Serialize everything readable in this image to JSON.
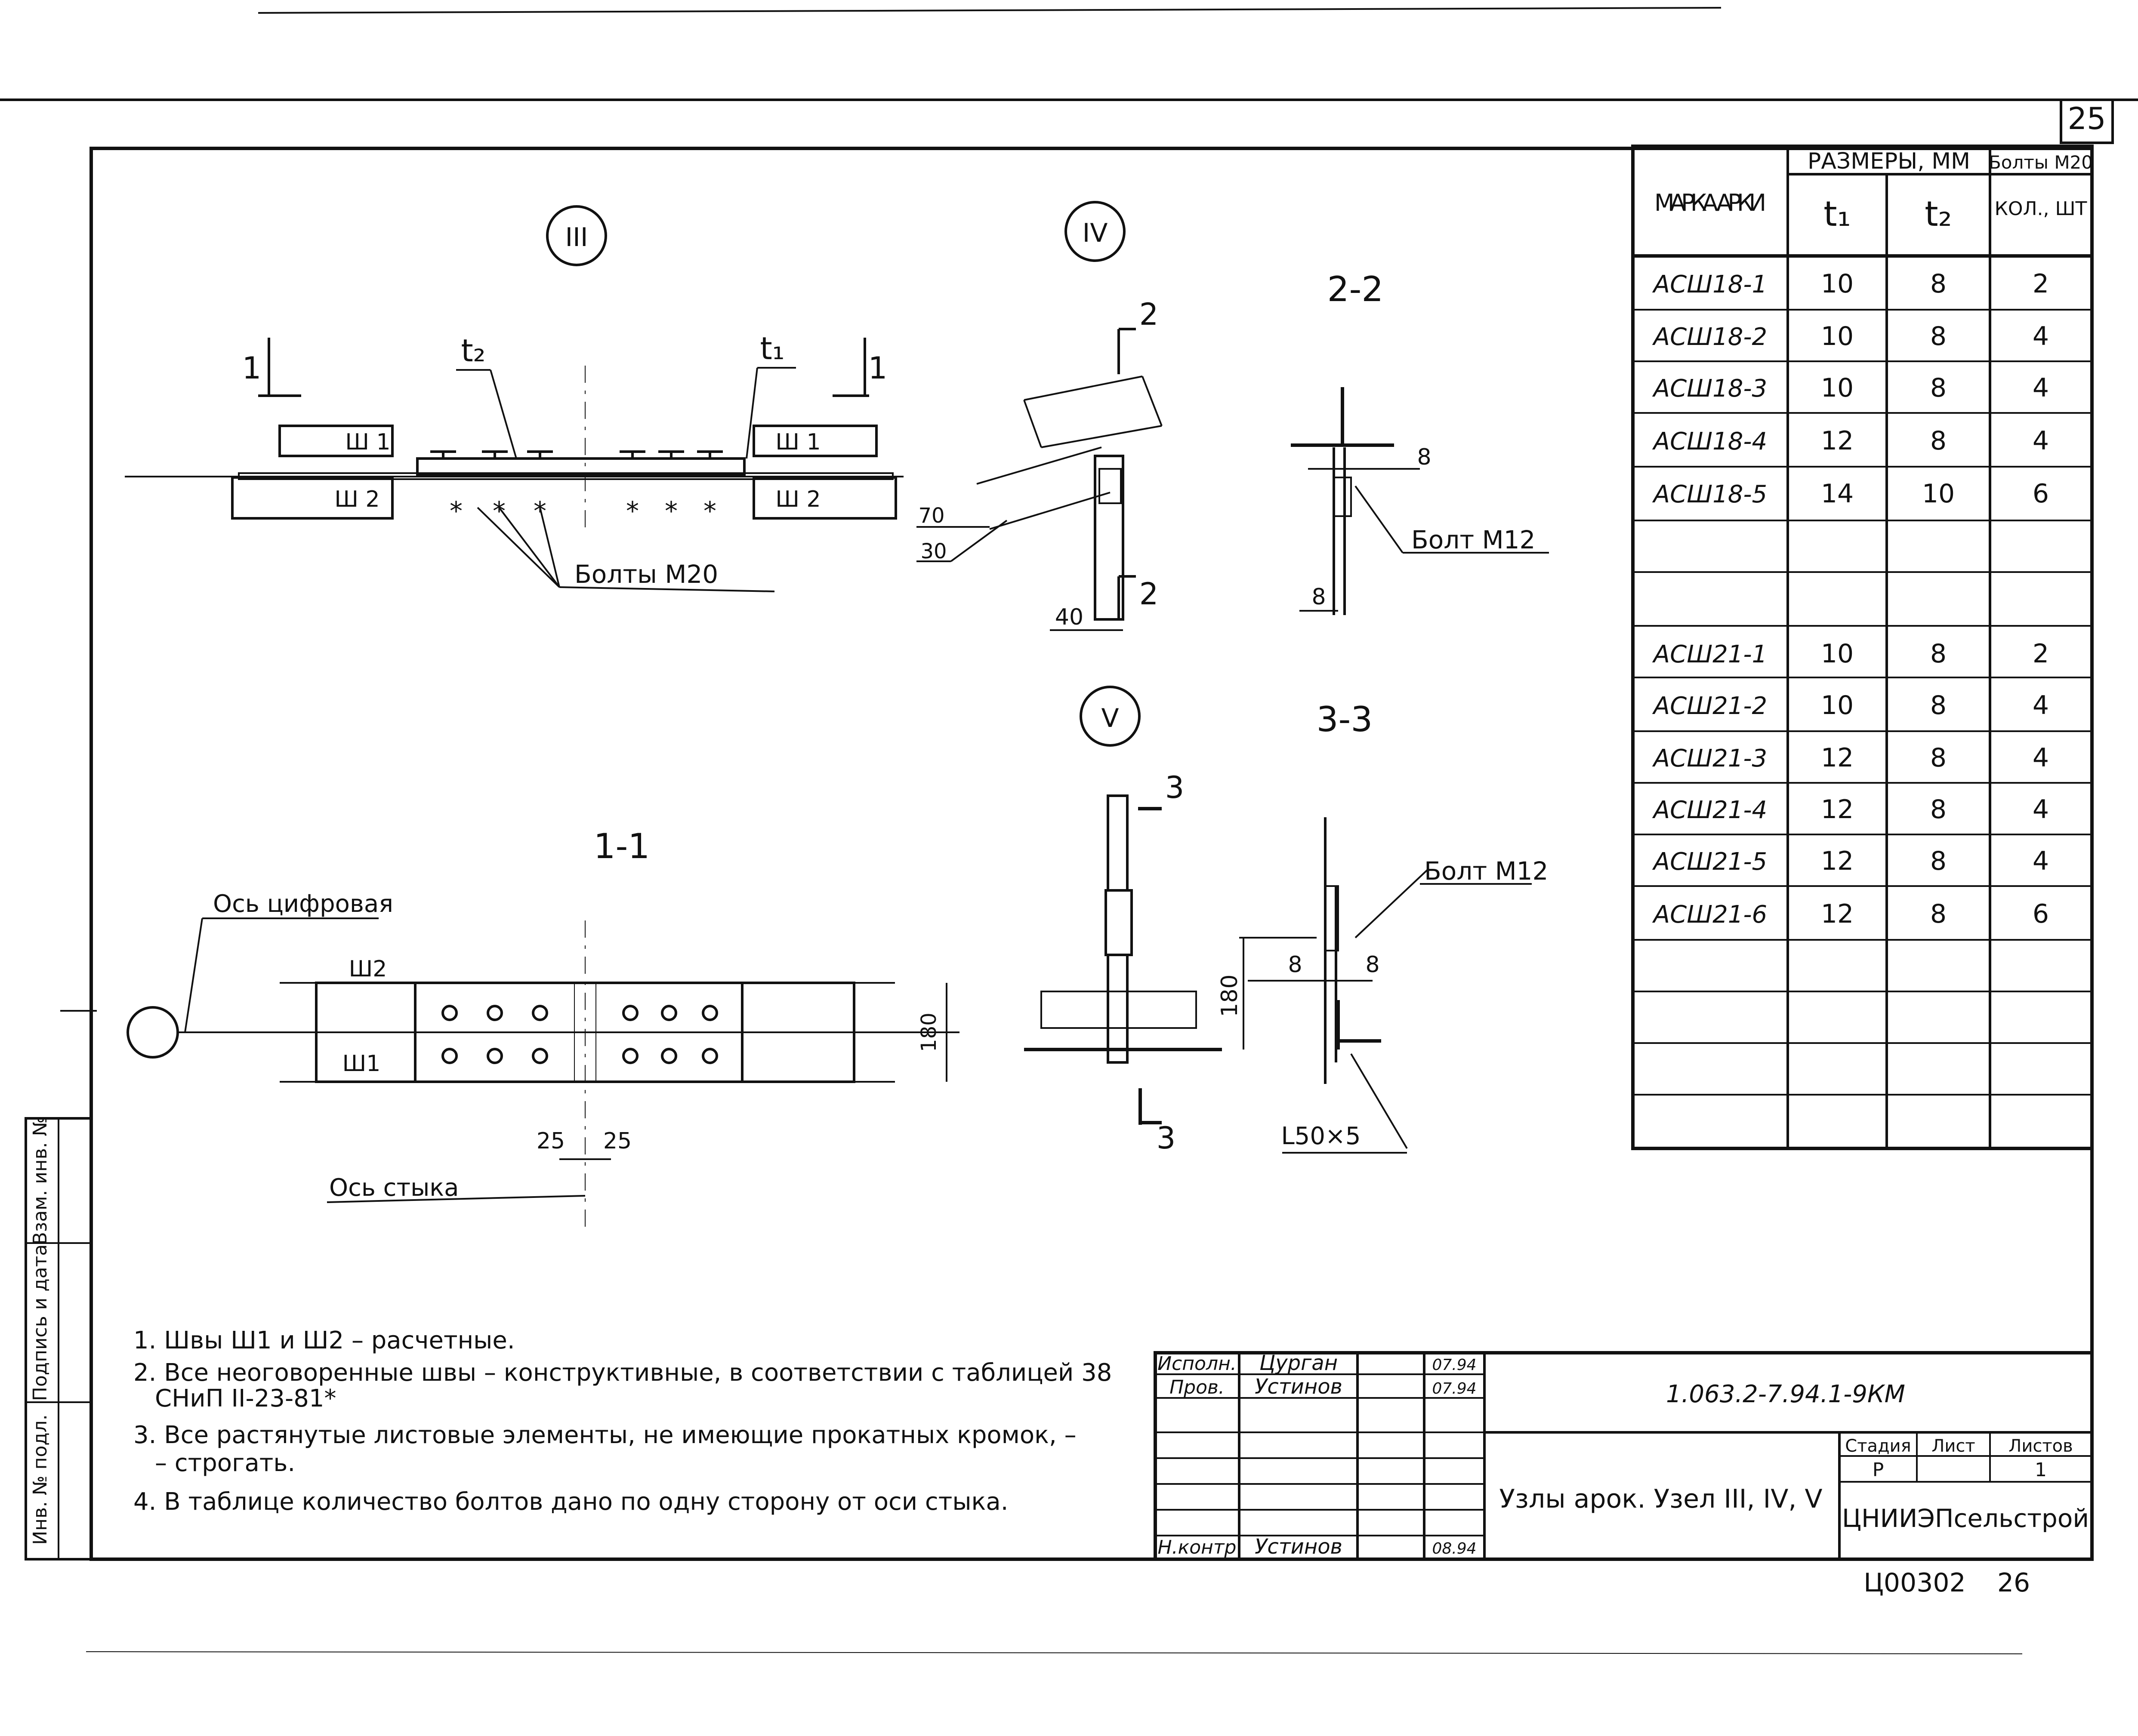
{
  "sheet_number": "25",
  "section_marks": {
    "node_iii": "III",
    "node_iv": "IV",
    "node_v": "V",
    "sec_1_1": "1-1",
    "sec_2_2": "2-2",
    "sec_3_3": "3-3",
    "cut_1_left": "1",
    "cut_1_right": "1",
    "cut_2_top": "2",
    "cut_2_bottom": "2",
    "cut_3_top": "3",
    "cut_3_bottom": "3"
  },
  "labels": {
    "t2": "t₂",
    "t1": "t₁",
    "sh1_a": "Ш 1",
    "sh2_a": "Ш 2",
    "sh1_b": "Ш 1",
    "sh2_b": "Ш 2",
    "bolts_m20": "Болты М20",
    "bolt_m12_a": "Болт М12",
    "bolt_m12_b": "Болт М12",
    "axis_digital": "Ось цифровая",
    "axis_joint": "Ось стыка",
    "sh2_c": "Ш2",
    "sh1_c": "Ш1",
    "angle": "L50×5"
  },
  "dimensions": {
    "d70": "70",
    "d30": "30",
    "d40": "40",
    "d8_a": "8",
    "d8_b": "8",
    "d180_a": "180",
    "d25_a": "25",
    "d25_b": "25",
    "d8_c": "8",
    "d8_d": "8",
    "d180_b": "180"
  },
  "table": {
    "headers": {
      "mark": "МАРКА АРКИ",
      "sizes": "РАЗМЕРЫ, ММ",
      "t1": "t₁",
      "t2": "t₂",
      "bolts": "Болты М20",
      "qty": "КОЛ., ШТ"
    },
    "rows": [
      {
        "mark": "АСШ18-1",
        "t1": "10",
        "t2": "8",
        "qty": "2"
      },
      {
        "mark": "АСШ18-2",
        "t1": "10",
        "t2": "8",
        "qty": "4"
      },
      {
        "mark": "АСШ18-3",
        "t1": "10",
        "t2": "8",
        "qty": "4"
      },
      {
        "mark": "АСШ18-4",
        "t1": "12",
        "t2": "8",
        "qty": "4"
      },
      {
        "mark": "АСШ18-5",
        "t1": "14",
        "t2": "10",
        "qty": "6"
      },
      {
        "mark": "",
        "t1": "",
        "t2": "",
        "qty": ""
      },
      {
        "mark": "",
        "t1": "",
        "t2": "",
        "qty": ""
      },
      {
        "mark": "АСШ21-1",
        "t1": "10",
        "t2": "8",
        "qty": "2"
      },
      {
        "mark": "АСШ21-2",
        "t1": "10",
        "t2": "8",
        "qty": "4"
      },
      {
        "mark": "АСШ21-3",
        "t1": "12",
        "t2": "8",
        "qty": "4"
      },
      {
        "mark": "АСШ21-4",
        "t1": "12",
        "t2": "8",
        "qty": "4"
      },
      {
        "mark": "АСШ21-5",
        "t1": "12",
        "t2": "8",
        "qty": "4"
      },
      {
        "mark": "АСШ21-6",
        "t1": "12",
        "t2": "8",
        "qty": "6"
      },
      {
        "mark": "",
        "t1": "",
        "t2": "",
        "qty": ""
      },
      {
        "mark": "",
        "t1": "",
        "t2": "",
        "qty": ""
      },
      {
        "mark": "",
        "t1": "",
        "t2": "",
        "qty": ""
      },
      {
        "mark": "",
        "t1": "",
        "t2": "",
        "qty": ""
      }
    ]
  },
  "notes": [
    "1. Швы Ш1 и Ш2 – расчетные.",
    "2. Все неоговоренные швы – конструктивные, в соответствии с таблицей 38",
    "СНиП II-23-81*",
    "3. Все растянутые листовые элементы, не имеющие прокатных кромок, –",
    "– строгать.",
    "4. В таблице количество болтов дано по одну сторону от оси стыка."
  ],
  "side_stamp": {
    "inv_podl": "Инв. № подл.",
    "podpis": "Подпись и дата",
    "vzam": "Взам. инв. №"
  },
  "title_block": {
    "role_1": "Исполн.",
    "name_1": "Цурган",
    "date_1": "07.94",
    "role_2": "Пров.",
    "name_2": "Устинов",
    "date_2": "07.94",
    "role_3": "Н.контр",
    "name_3": "Устинов",
    "date_3": "08.94",
    "code": "1.063.2-7.94.1-9КМ",
    "title": "Узлы арок. Узел III, IV, V",
    "stage_label": "Стадия",
    "sheet_label": "Лист",
    "sheets_label": "Листов",
    "stage": "Р",
    "sheet": "",
    "sheets": "1",
    "org": "ЦНИИЭПсельстрой"
  },
  "footer": {
    "archive": "Ц00302",
    "page": "26"
  }
}
